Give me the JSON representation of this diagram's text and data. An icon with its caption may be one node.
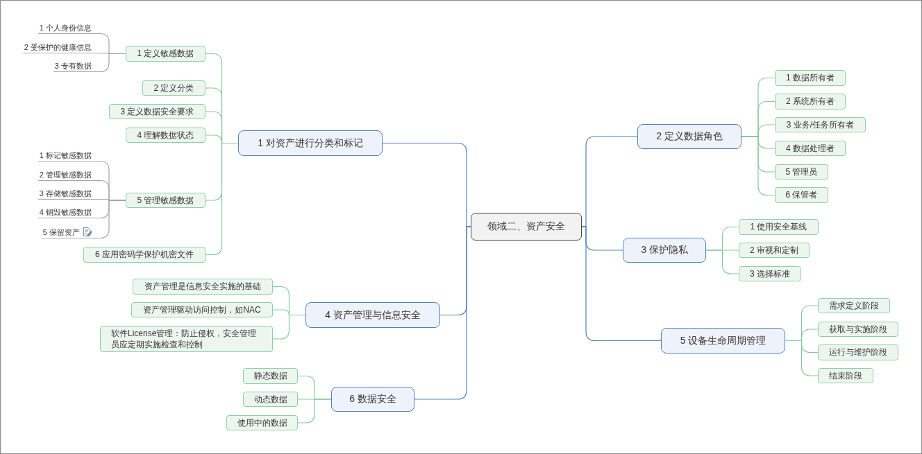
{
  "diagram": {
    "nodes": [
      {
        "text": [
          "领域二、资产安全"
        ]
      },
      {
        "text": [
          "1 对资产进行分类和标记"
        ]
      },
      {
        "text": [
          "1 定义敏感数据"
        ]
      },
      {
        "text": [
          "1 个人身份信息"
        ]
      },
      {
        "text": [
          "2 受保护的健康信息"
        ]
      },
      {
        "text": [
          "3 专有数据"
        ]
      },
      {
        "text": [
          "2 定义分类"
        ]
      },
      {
        "text": [
          "3 定义数据安全要求"
        ]
      },
      {
        "text": [
          "4 理解数据状态"
        ]
      },
      {
        "text": [
          "5 管理敏感数据"
        ]
      },
      {
        "text": [
          "1 标记敏感数据"
        ]
      },
      {
        "text": [
          "2 管理敏感数据"
        ]
      },
      {
        "text": [
          "3 存储敏感数据"
        ]
      },
      {
        "text": [
          "4 销毁敏感数据"
        ]
      },
      {
        "text": [
          "5 保留资产"
        ]
      },
      {
        "text": [
          "6 应用密码学保护机密文件"
        ]
      },
      {
        "text": [
          "4 资产管理与信息安全"
        ]
      },
      {
        "text": [
          "资产管理是信息安全实施的基础"
        ]
      },
      {
        "text": [
          "资产管理驱动访问控制，如NAC"
        ]
      },
      {
        "text": [
          "软件License管理：防止侵权，安全管理员应定期实施检查和控制"
        ]
      },
      {
        "text": [
          "6 数据安全"
        ]
      },
      {
        "text": [
          "静态数据"
        ]
      },
      {
        "text": [
          "动态数据"
        ]
      },
      {
        "text": [
          "使用中的数据"
        ]
      },
      {
        "text": [
          "2 定义数据角色"
        ]
      },
      {
        "text": [
          "1 数据所有者"
        ]
      },
      {
        "text": [
          "2 系统所有者"
        ]
      },
      {
        "text": [
          "3 业务/任务所有者"
        ]
      },
      {
        "text": [
          "4 数据处理者"
        ]
      },
      {
        "text": [
          "5 管理员"
        ]
      },
      {
        "text": [
          "6 保管者"
        ]
      },
      {
        "text": [
          "3 保护隐私"
        ]
      },
      {
        "text": [
          "1 使用安全基线"
        ]
      },
      {
        "text": [
          "2 审视和定制"
        ]
      },
      {
        "text": [
          "3 选择标准"
        ]
      },
      {
        "text": [
          "5 设备生命周期管理"
        ]
      },
      {
        "text": [
          "需求定义阶段"
        ]
      },
      {
        "text": [
          "获取与实施阶段"
        ]
      },
      {
        "text": [
          "运行与维护阶段"
        ]
      },
      {
        "text": [
          "结束阶段"
        ]
      }
    ],
    "edges": [
      {
        "from": 0,
        "to": 1,
        "arrow": "none",
        "color": "#4f81bd"
      },
      {
        "from": 1,
        "to": 2,
        "arrow": "none"
      },
      {
        "from": 2,
        "to": 3,
        "arrow": "none",
        "color": "#a6a6a6"
      },
      {
        "from": 2,
        "to": 4,
        "arrow": "none",
        "color": "#a6a6a6"
      },
      {
        "from": 2,
        "to": 5,
        "arrow": "none",
        "color": "#a6a6a6"
      },
      {
        "from": 1,
        "to": 6,
        "arrow": "none"
      },
      {
        "from": 1,
        "to": 7,
        "arrow": "none"
      },
      {
        "from": 1,
        "to": 8,
        "arrow": "none"
      },
      {
        "from": 1,
        "to": 9,
        "arrow": "none"
      },
      {
        "from": 9,
        "to": 10,
        "arrow": "none",
        "color": "#a6a6a6"
      },
      {
        "from": 9,
        "to": 11,
        "arrow": "none",
        "color": "#a6a6a6"
      },
      {
        "from": 9,
        "to": 12,
        "arrow": "none",
        "color": "#a6a6a6"
      },
      {
        "from": 9,
        "to": 13,
        "arrow": "none",
        "color": "#a6a6a6"
      },
      {
        "from": 9,
        "to": 14,
        "arrow": "none",
        "color": "#a6a6a6"
      },
      {
        "from": 1,
        "to": 15,
        "arrow": "none"
      },
      {
        "from": 0,
        "to": 16,
        "arrow": "none",
        "color": "#4f81bd"
      },
      {
        "from": 16,
        "to": 17,
        "arrow": "none"
      },
      {
        "from": 16,
        "to": 18,
        "arrow": "none"
      },
      {
        "from": 16,
        "to": 19,
        "arrow": "none"
      },
      {
        "from": 0,
        "to": 20,
        "arrow": "none",
        "color": "#4f81bd"
      },
      {
        "from": 20,
        "to": 21,
        "arrow": "none"
      },
      {
        "from": 20,
        "to": 22,
        "arrow": "none"
      },
      {
        "from": 20,
        "to": 23,
        "arrow": "none"
      },
      {
        "from": 0,
        "to": 24,
        "arrow": "none",
        "color": "#4f81bd"
      },
      {
        "from": 24,
        "to": 25,
        "arrow": "none"
      },
      {
        "from": 24,
        "to": 26,
        "arrow": "none"
      },
      {
        "from": 24,
        "to": 27,
        "arrow": "none"
      },
      {
        "from": 24,
        "to": 28,
        "arrow": "none"
      },
      {
        "from": 24,
        "to": 29,
        "arrow": "none"
      },
      {
        "from": 24,
        "to": 30,
        "arrow": "none"
      },
      {
        "from": 0,
        "to": 31,
        "arrow": "none",
        "color": "#4f81bd"
      },
      {
        "from": 31,
        "to": 32,
        "arrow": "none"
      },
      {
        "from": 31,
        "to": 33,
        "arrow": "none"
      },
      {
        "from": 31,
        "to": 34,
        "arrow": "none"
      },
      {
        "from": 0,
        "to": 35,
        "arrow": "none",
        "color": "#4f81bd"
      },
      {
        "from": 35,
        "to": 36,
        "arrow": "none"
      },
      {
        "from": 35,
        "to": 37,
        "arrow": "none"
      },
      {
        "from": 35,
        "to": 38,
        "arrow": "none"
      },
      {
        "from": 35,
        "to": 39,
        "arrow": "none"
      }
    ]
  }
}
